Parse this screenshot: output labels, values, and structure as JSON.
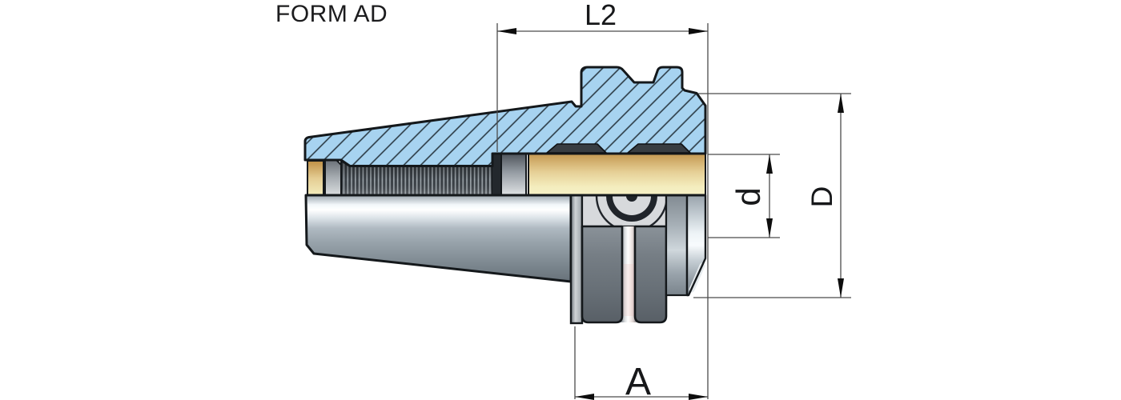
{
  "title": "FORM AD",
  "drawing": {
    "description": "Half-section technical drawing of a steep-taper (SK) milling chuck, Form AD, with threaded drawbar bore, tool clamping bore, grip flange with drive slot and V-groove",
    "labels": {
      "l2": "L2",
      "bore_diameter": "d",
      "body_diameter": "D",
      "flange_width": "A"
    }
  },
  "colors": {
    "background": "#FFFFFF",
    "section_fill_blue": "#A7D3F0",
    "hatch_line": "#2B3A44",
    "outline": "#14181B",
    "bore_gold_top": "#C49851",
    "bore_gold_bottom": "#F6F0C6",
    "metal_highlight": "#FFFFFF",
    "metal_dark": "#636D75",
    "thread_dark": "#3A4046",
    "dim_line": "#4C4C4C",
    "text": "#1C1C1E"
  }
}
